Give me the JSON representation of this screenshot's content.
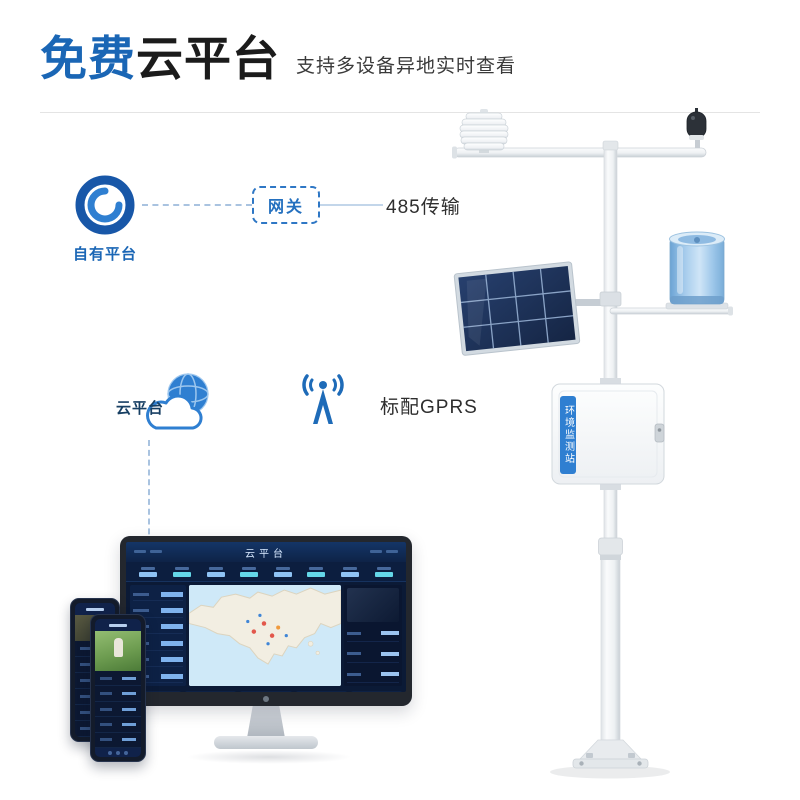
{
  "header": {
    "title_highlight": "免费",
    "title_rest": "云平台",
    "subtitle": "支持多设备异地实时查看"
  },
  "flow": {
    "own_platform_label": "自有平台",
    "gateway_label": "网关",
    "transmission_label": "485传输",
    "cloud_label": "云平台",
    "gprs_label": "标配GPRS"
  },
  "monitor": {
    "screen_title": "云平台"
  },
  "station": {
    "box_label": "环境监测站"
  },
  "colors": {
    "accent_blue": "#1a66b5",
    "icon_blue": "#2f7fd1",
    "dashed_line": "#a9c3e0",
    "dark_text": "#1b1b1b",
    "panel_navy": "#1d3156",
    "rain_gauge_blue": "#a6ccec"
  }
}
